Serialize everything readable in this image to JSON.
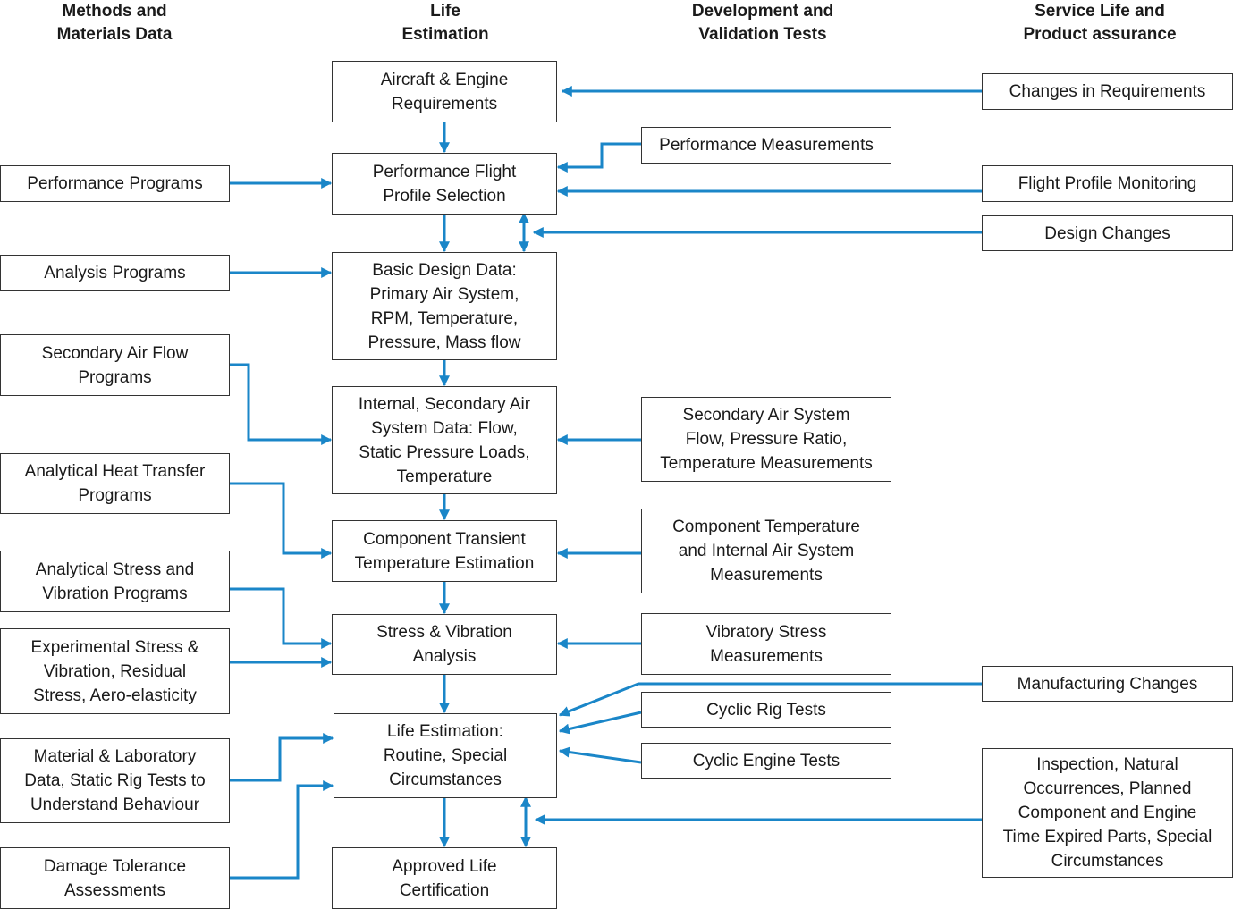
{
  "headers": {
    "methods": "Methods and\nMaterials Data",
    "life": "Life\nEstimation",
    "development": "Development and\nValidation Tests",
    "service": "Service Life and\nProduct assurance"
  },
  "life_chain": {
    "requirements": "Aircraft & Engine\nRequirements",
    "flight_profile": "Performance Flight\nProfile Selection",
    "basic_design": "Basic Design Data:\nPrimary Air System,\nRPM, Temperature,\nPressure, Mass flow",
    "secondary_air": "Internal, Secondary Air\nSystem Data: Flow,\nStatic Pressure Loads,\nTemperature",
    "transient_temp": "Component Transient\nTemperature Estimation",
    "stress_vibration": "Stress & Vibration\nAnalysis",
    "life_estimation": "Life Estimation:\nRoutine, Special\nCircumstances",
    "certification": "Approved Life\nCertification"
  },
  "methods": {
    "performance_programs": "Performance Programs",
    "analysis_programs": "Analysis Programs",
    "secondary_air_flow_programs": "Secondary Air Flow\nPrograms",
    "heat_transfer_programs": "Analytical Heat Transfer\nPrograms",
    "stress_vibration_programs": "Analytical Stress and\nVibration Programs",
    "experimental_stress": "Experimental Stress &\nVibration, Residual\nStress, Aero-elasticity",
    "material_lab_data": "Material & Laboratory\nData, Static Rig Tests to\nUnderstand Behaviour",
    "damage_tolerance": "Damage Tolerance\nAssessments"
  },
  "development": {
    "performance_measurements": "Performance Measurements",
    "secondary_air_measurements": "Secondary Air System\nFlow, Pressure Ratio,\nTemperature Measurements",
    "component_temp_measurements": "Component Temperature\nand Internal Air System\nMeasurements",
    "vibratory_stress_measurements": "Vibratory Stress\nMeasurements",
    "cyclic_rig_tests": "Cyclic Rig Tests",
    "cyclic_engine_tests": "Cyclic Engine Tests"
  },
  "service": {
    "changes_in_requirements": "Changes in Requirements",
    "flight_profile_monitoring": "Flight Profile Monitoring",
    "design_changes": "Design Changes",
    "manufacturing_changes": "Manufacturing Changes",
    "inspection": "Inspection, Natural\nOccurrences, Planned\nComponent and Engine\nTime Expired Parts, Special\nCircumstances"
  },
  "colors": {
    "arrow": "#1a86c8",
    "border": "#333333"
  }
}
